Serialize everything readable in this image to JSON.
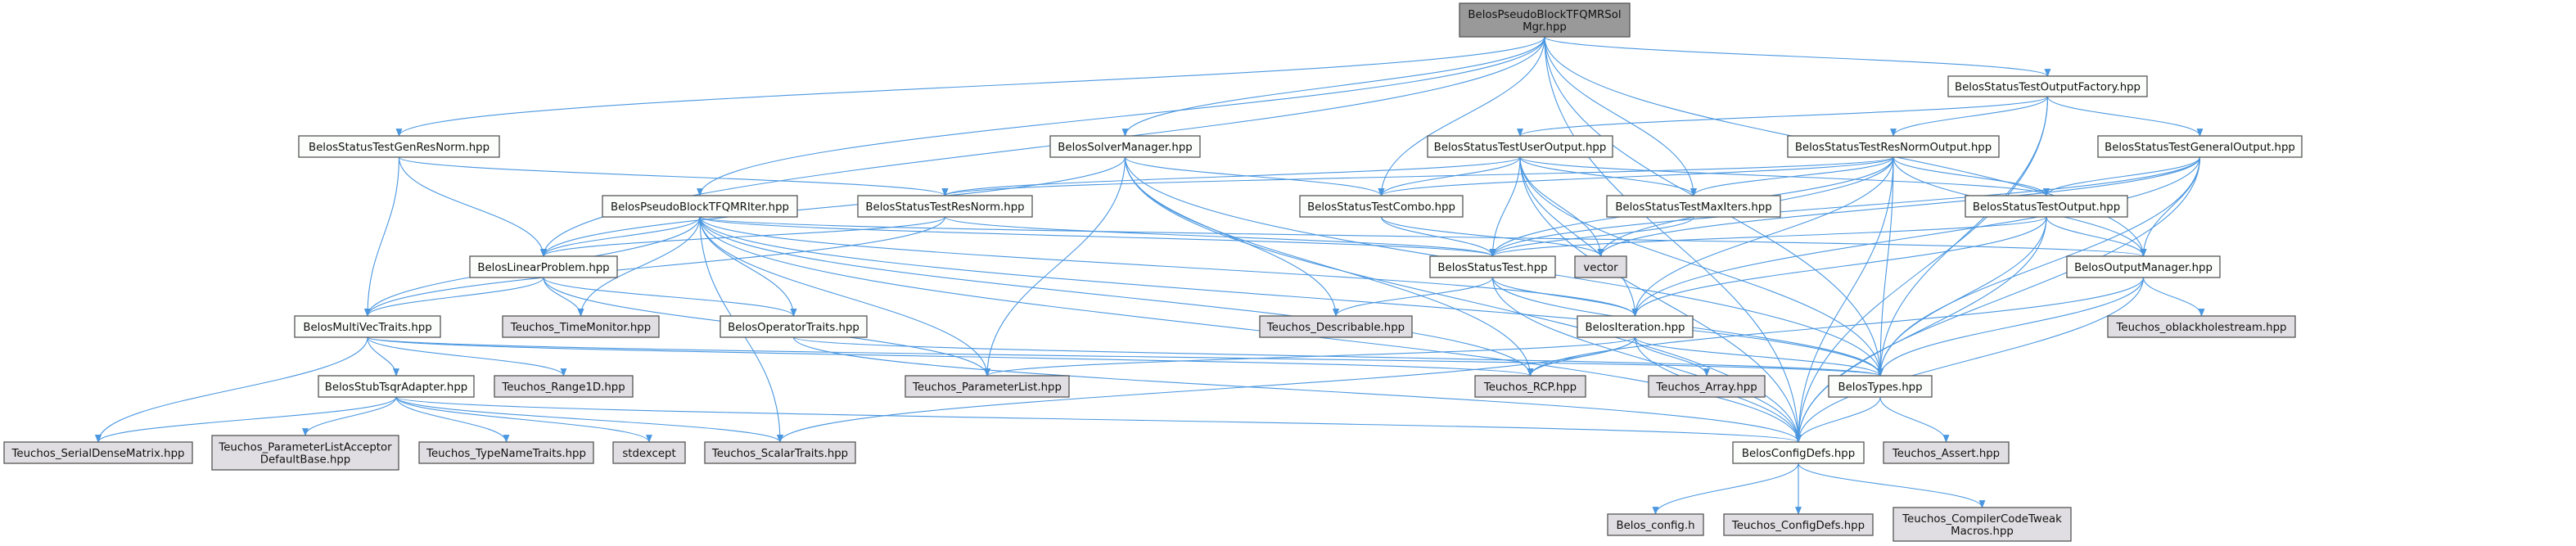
{
  "graph": {
    "title": "BelosPseudoBlockTFQMRSolMgr.hpp",
    "colors": {
      "edge": "#4a97e0",
      "root_fill": "#999999",
      "local_fill": "#fbfdfb",
      "external_fill": "#e0dee2",
      "border": "#555555"
    },
    "nodes": [
      {
        "id": "root",
        "lines": [
          "BelosPseudoBlockTFQMRSol",
          "Mgr.hpp"
        ],
        "kind": "root"
      },
      {
        "id": "outfactory",
        "lines": [
          "BelosStatusTestOutputFactory.hpp"
        ],
        "kind": "local"
      },
      {
        "id": "genresnorm",
        "lines": [
          "BelosStatusTestGenResNorm.hpp"
        ],
        "kind": "local"
      },
      {
        "id": "solvermgr",
        "lines": [
          "BelosSolverManager.hpp"
        ],
        "kind": "local"
      },
      {
        "id": "useroutput",
        "lines": [
          "BelosStatusTestUserOutput.hpp"
        ],
        "kind": "local"
      },
      {
        "id": "resnormoutput",
        "lines": [
          "BelosStatusTestResNormOutput.hpp"
        ],
        "kind": "local"
      },
      {
        "id": "generaloutput",
        "lines": [
          "BelosStatusTestGeneralOutput.hpp"
        ],
        "kind": "local"
      },
      {
        "id": "tfqmriter",
        "lines": [
          "BelosPseudoBlockTFQMRIter.hpp"
        ],
        "kind": "local"
      },
      {
        "id": "resnorm",
        "lines": [
          "BelosStatusTestResNorm.hpp"
        ],
        "kind": "local"
      },
      {
        "id": "combo",
        "lines": [
          "BelosStatusTestCombo.hpp"
        ],
        "kind": "local"
      },
      {
        "id": "maxiters",
        "lines": [
          "BelosStatusTestMaxIters.hpp"
        ],
        "kind": "local"
      },
      {
        "id": "stoutput",
        "lines": [
          "BelosStatusTestOutput.hpp"
        ],
        "kind": "local"
      },
      {
        "id": "linprob",
        "lines": [
          "BelosLinearProblem.hpp"
        ],
        "kind": "local"
      },
      {
        "id": "statustest",
        "lines": [
          "BelosStatusTest.hpp"
        ],
        "kind": "local"
      },
      {
        "id": "vector",
        "lines": [
          "vector"
        ],
        "kind": "external"
      },
      {
        "id": "outmgr",
        "lines": [
          "BelosOutputManager.hpp"
        ],
        "kind": "local"
      },
      {
        "id": "mvtraits",
        "lines": [
          "BelosMultiVecTraits.hpp"
        ],
        "kind": "local"
      },
      {
        "id": "timemon",
        "lines": [
          "Teuchos_TimeMonitor.hpp"
        ],
        "kind": "external"
      },
      {
        "id": "optraits",
        "lines": [
          "BelosOperatorTraits.hpp"
        ],
        "kind": "local"
      },
      {
        "id": "describable",
        "lines": [
          "Teuchos_Describable.hpp"
        ],
        "kind": "external"
      },
      {
        "id": "iteration",
        "lines": [
          "BelosIteration.hpp"
        ],
        "kind": "local"
      },
      {
        "id": "blackhole",
        "lines": [
          "Teuchos_oblackholestream.hpp"
        ],
        "kind": "external"
      },
      {
        "id": "stubtsqr",
        "lines": [
          "BelosStubTsqrAdapter.hpp"
        ],
        "kind": "local"
      },
      {
        "id": "range1d",
        "lines": [
          "Teuchos_Range1D.hpp"
        ],
        "kind": "external"
      },
      {
        "id": "paramlist",
        "lines": [
          "Teuchos_ParameterList.hpp"
        ],
        "kind": "external"
      },
      {
        "id": "rcp",
        "lines": [
          "Teuchos_RCP.hpp"
        ],
        "kind": "external"
      },
      {
        "id": "array",
        "lines": [
          "Teuchos_Array.hpp"
        ],
        "kind": "external"
      },
      {
        "id": "types",
        "lines": [
          "BelosTypes.hpp"
        ],
        "kind": "local"
      },
      {
        "id": "sdm",
        "lines": [
          "Teuchos_SerialDenseMatrix.hpp"
        ],
        "kind": "external"
      },
      {
        "id": "plad",
        "lines": [
          "Teuchos_ParameterListAcceptor",
          "DefaultBase.hpp"
        ],
        "kind": "external"
      },
      {
        "id": "typename",
        "lines": [
          "Teuchos_TypeNameTraits.hpp"
        ],
        "kind": "external"
      },
      {
        "id": "stdexcept",
        "lines": [
          "stdexcept"
        ],
        "kind": "external"
      },
      {
        "id": "scalar",
        "lines": [
          "Teuchos_ScalarTraits.hpp"
        ],
        "kind": "external"
      },
      {
        "id": "configdefs",
        "lines": [
          "BelosConfigDefs.hpp"
        ],
        "kind": "local"
      },
      {
        "id": "assert",
        "lines": [
          "Teuchos_Assert.hpp"
        ],
        "kind": "external"
      },
      {
        "id": "belosconfig",
        "lines": [
          "Belos_config.h"
        ],
        "kind": "external"
      },
      {
        "id": "tconfigdefs",
        "lines": [
          "Teuchos_ConfigDefs.hpp"
        ],
        "kind": "external"
      },
      {
        "id": "tweak",
        "lines": [
          "Teuchos_CompilerCodeTweak",
          "Macros.hpp"
        ],
        "kind": "external"
      }
    ],
    "edges": [
      [
        "root",
        "outfactory"
      ],
      [
        "root",
        "genresnorm"
      ],
      [
        "root",
        "solvermgr"
      ],
      [
        "root",
        "tfqmriter"
      ],
      [
        "root",
        "linprob"
      ],
      [
        "root",
        "combo"
      ],
      [
        "root",
        "maxiters"
      ],
      [
        "root",
        "outmgr"
      ],
      [
        "root",
        "types"
      ],
      [
        "root",
        "configdefs"
      ],
      [
        "outfactory",
        "useroutput"
      ],
      [
        "outfactory",
        "resnormoutput"
      ],
      [
        "outfactory",
        "generaloutput"
      ],
      [
        "outfactory",
        "types"
      ],
      [
        "outfactory",
        "configdefs"
      ],
      [
        "genresnorm",
        "resnorm"
      ],
      [
        "genresnorm",
        "linprob"
      ],
      [
        "genresnorm",
        "mvtraits"
      ],
      [
        "solvermgr",
        "linprob"
      ],
      [
        "solvermgr",
        "combo"
      ],
      [
        "solvermgr",
        "describable"
      ],
      [
        "solvermgr",
        "paramlist"
      ],
      [
        "solvermgr",
        "rcp"
      ],
      [
        "solvermgr",
        "configdefs"
      ],
      [
        "solvermgr",
        "types"
      ],
      [
        "useroutput",
        "combo"
      ],
      [
        "useroutput",
        "maxiters"
      ],
      [
        "useroutput",
        "stoutput"
      ],
      [
        "useroutput",
        "statustest"
      ],
      [
        "useroutput",
        "vector"
      ],
      [
        "useroutput",
        "resnorm"
      ],
      [
        "useroutput",
        "iteration"
      ],
      [
        "useroutput",
        "types"
      ],
      [
        "useroutput",
        "configdefs"
      ],
      [
        "resnormoutput",
        "combo"
      ],
      [
        "resnormoutput",
        "maxiters"
      ],
      [
        "resnormoutput",
        "stoutput"
      ],
      [
        "resnormoutput",
        "statustest"
      ],
      [
        "resnormoutput",
        "vector"
      ],
      [
        "resnormoutput",
        "resnorm"
      ],
      [
        "resnormoutput",
        "iteration"
      ],
      [
        "resnormoutput",
        "types"
      ],
      [
        "resnormoutput",
        "configdefs"
      ],
      [
        "resnormoutput",
        "outmgr"
      ],
      [
        "generaloutput",
        "stoutput"
      ],
      [
        "generaloutput",
        "statustest"
      ],
      [
        "generaloutput",
        "outmgr"
      ],
      [
        "generaloutput",
        "iteration"
      ],
      [
        "generaloutput",
        "types"
      ],
      [
        "generaloutput",
        "configdefs"
      ],
      [
        "generaloutput",
        "vector"
      ],
      [
        "tfqmriter",
        "linprob"
      ],
      [
        "tfqmriter",
        "mvtraits"
      ],
      [
        "tfqmriter",
        "optraits"
      ],
      [
        "tfqmriter",
        "timemon"
      ],
      [
        "tfqmriter",
        "statustest"
      ],
      [
        "tfqmriter",
        "iteration"
      ],
      [
        "tfqmriter",
        "outmgr"
      ],
      [
        "tfqmriter",
        "paramlist"
      ],
      [
        "tfqmriter",
        "scalar"
      ],
      [
        "tfqmriter",
        "rcp"
      ],
      [
        "tfqmriter",
        "types"
      ],
      [
        "tfqmriter",
        "configdefs"
      ],
      [
        "resnorm",
        "statustest"
      ],
      [
        "resnorm",
        "mvtraits"
      ],
      [
        "resnorm",
        "linprob"
      ],
      [
        "combo",
        "statustest"
      ],
      [
        "combo",
        "vector"
      ],
      [
        "maxiters",
        "statustest"
      ],
      [
        "stoutput",
        "statustest"
      ],
      [
        "stoutput",
        "outmgr"
      ],
      [
        "stoutput",
        "iteration"
      ],
      [
        "stoutput",
        "types"
      ],
      [
        "stoutput",
        "configdefs"
      ],
      [
        "linprob",
        "mvtraits"
      ],
      [
        "linprob",
        "optraits"
      ],
      [
        "linprob",
        "timemon"
      ],
      [
        "linprob",
        "paramlist"
      ],
      [
        "statustest",
        "describable"
      ],
      [
        "statustest",
        "iteration"
      ],
      [
        "statustest",
        "types"
      ],
      [
        "statustest",
        "configdefs"
      ],
      [
        "outmgr",
        "blackhole"
      ],
      [
        "outmgr",
        "types"
      ],
      [
        "outmgr",
        "configdefs"
      ],
      [
        "outmgr",
        "rcp"
      ],
      [
        "mvtraits",
        "stubtsqr"
      ],
      [
        "mvtraits",
        "range1d"
      ],
      [
        "mvtraits",
        "sdm"
      ],
      [
        "mvtraits",
        "types"
      ],
      [
        "mvtraits",
        "rcp"
      ],
      [
        "optraits",
        "types"
      ],
      [
        "optraits",
        "configdefs"
      ],
      [
        "iteration",
        "paramlist"
      ],
      [
        "iteration",
        "rcp"
      ],
      [
        "iteration",
        "array"
      ],
      [
        "iteration",
        "types"
      ],
      [
        "iteration",
        "configdefs"
      ],
      [
        "iteration",
        "scalar"
      ],
      [
        "stubtsqr",
        "sdm"
      ],
      [
        "stubtsqr",
        "plad"
      ],
      [
        "stubtsqr",
        "typename"
      ],
      [
        "stubtsqr",
        "stdexcept"
      ],
      [
        "stubtsqr",
        "scalar"
      ],
      [
        "stubtsqr",
        "configdefs"
      ],
      [
        "types",
        "configdefs"
      ],
      [
        "types",
        "assert"
      ],
      [
        "configdefs",
        "belosconfig"
      ],
      [
        "configdefs",
        "tconfigdefs"
      ],
      [
        "configdefs",
        "tweak"
      ]
    ]
  }
}
